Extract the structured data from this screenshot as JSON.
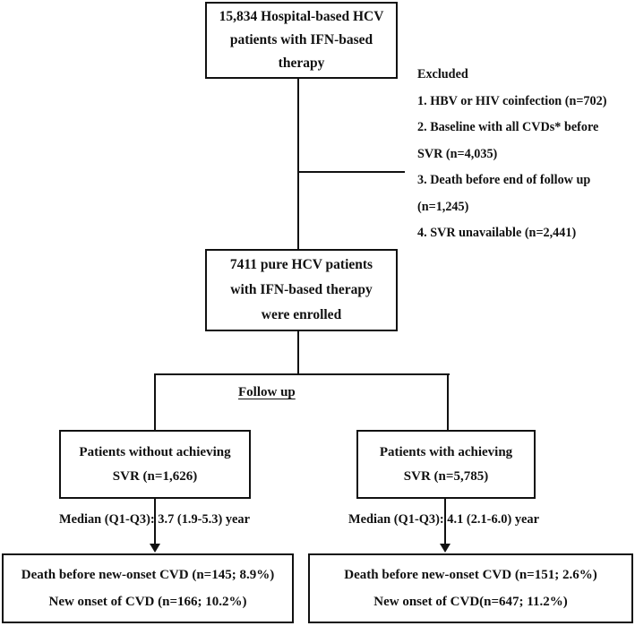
{
  "figure": {
    "type": "flowchart",
    "title": "HCV cohort enrollment and follow-up flow diagram"
  },
  "nodes": {
    "top": {
      "name": "source-population",
      "lines": [
        "15,834 Hospital-based HCV",
        "patients with IFN-based",
        "therapy"
      ]
    },
    "enrolled": {
      "name": "enrolled-population",
      "lines": [
        "7411 pure HCV patients",
        "with IFN-based therapy",
        "were enrolled"
      ]
    },
    "no_svr": {
      "name": "non-svr-group",
      "lines": [
        "Patients without achieving",
        "SVR (n=1,626)"
      ]
    },
    "svr": {
      "name": "svr-group",
      "lines": [
        "Patients with achieving",
        "SVR (n=5,785)"
      ]
    },
    "outcome_left": {
      "name": "non-svr-outcomes",
      "lines": [
        "Death before new-onset CVD (n=145; 8.9%)",
        "New onset of CVD (n=166; 10.2%)"
      ]
    },
    "outcome_right": {
      "name": "svr-outcomes",
      "lines": [
        "Death before new-onset CVD (n=151; 2.6%)",
        "New onset of CVD(n=647; 11.2%)"
      ]
    }
  },
  "excluded": {
    "heading": "Excluded",
    "items": [
      "1. HBV or HIV coinfection (n=702)",
      "2. Baseline with all CVDs* before",
      "SVR (n=4,035)",
      "3. Death before end of follow up",
      "(n=1,245)",
      "4. SVR unavailable (n=2,441)"
    ]
  },
  "labels": {
    "follow_up": "Follow up",
    "median_left": "Median (Q1-Q3): 3.7 (1.9-5.3) year",
    "median_right": "Median (Q1-Q3): 4.1 (2.1-6.0) year"
  },
  "style": {
    "line_color": "#111111",
    "background": "#ffffff"
  }
}
